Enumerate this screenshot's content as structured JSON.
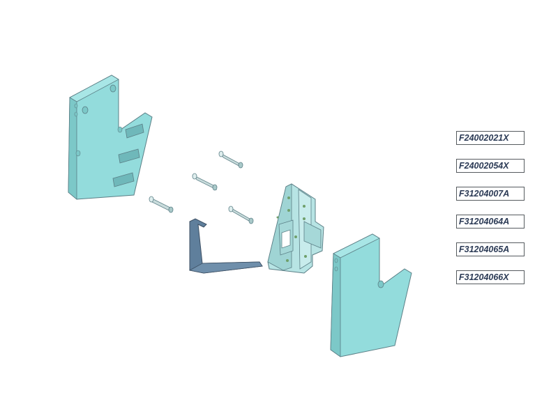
{
  "colors": {
    "plate_fill": "#93dcdc",
    "plate_shade": "#7cc8c8",
    "plate_edge": "#5b7f86",
    "strap_fill": "#5f7f9c",
    "strap_edge": "#3c4f63",
    "pin_fill": "#c9dcdc",
    "rail_fill": "#b7e4e4",
    "label_text": "#2b3a55"
  },
  "labels": [
    "F24002021X",
    "F24002054X",
    "F31204007A",
    "F31204064A",
    "F31204065A",
    "F31204066X"
  ]
}
